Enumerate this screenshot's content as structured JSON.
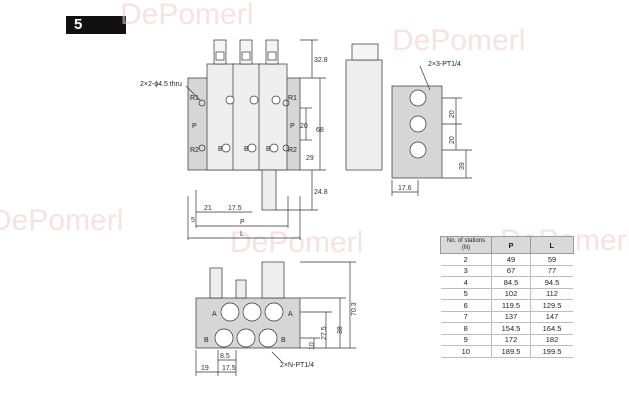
{
  "header": {
    "title": "5 Stations"
  },
  "watermark": {
    "text": "DePomerl"
  },
  "top_view": {
    "hole_note": "2×2-ϕ4.5 thru",
    "port_labels_left": [
      "R1",
      "P",
      "R2"
    ],
    "port_labels_right": [
      "R1",
      "P",
      "R2"
    ],
    "outlet_labels": [
      "B",
      "B",
      "B"
    ],
    "dims": {
      "d32_8": "32.8",
      "d20": "20",
      "d68": "68",
      "d29": "29",
      "d24_8": "24.8",
      "d5": "5",
      "d21": "21",
      "d17_5": "17.5",
      "dP": "P",
      "dL": "L"
    }
  },
  "side_view": {
    "port_note": "2×3-PT1/4",
    "dims": {
      "d20a": "20",
      "d20b": "20",
      "d39": "39",
      "d17_6": "17.6"
    }
  },
  "front_view": {
    "outlet_labels_top": [
      "A",
      "A"
    ],
    "outlet_labels_bottom": [
      "B",
      "B"
    ],
    "port_note": "2×N-PT1/4",
    "dims": {
      "d70_3": "70.3",
      "d38": "38",
      "d27_5": "27.5",
      "d10": "10",
      "d8_5": "8.5",
      "d19": "19",
      "d17_5": "17.5"
    }
  },
  "table": {
    "headers": [
      "No. of stations (N)",
      "P",
      "L"
    ],
    "rows": [
      [
        "2",
        "49",
        "59"
      ],
      [
        "3",
        "67",
        "77"
      ],
      [
        "4",
        "84.5",
        "94.5"
      ],
      [
        "5",
        "102",
        "112"
      ],
      [
        "6",
        "119.5",
        "129.5"
      ],
      [
        "7",
        "137",
        "147"
      ],
      [
        "8",
        "154.5",
        "164.5"
      ],
      [
        "9",
        "172",
        "182"
      ],
      [
        "10",
        "189.5",
        "199.5"
      ]
    ]
  }
}
